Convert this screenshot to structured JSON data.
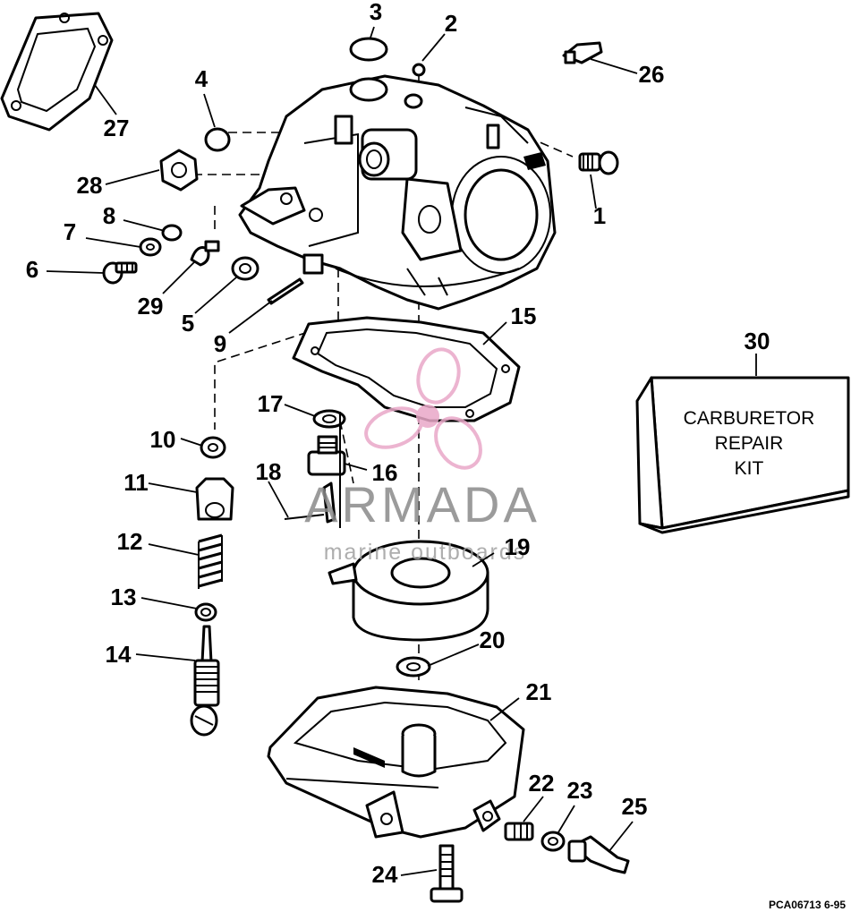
{
  "callouts": [
    "1",
    "2",
    "3",
    "4",
    "5",
    "6",
    "7",
    "8",
    "9",
    "10",
    "11",
    "12",
    "13",
    "14",
    "15",
    "16",
    "17",
    "18",
    "19",
    "20",
    "21",
    "22",
    "23",
    "24",
    "25",
    "26",
    "27",
    "28",
    "29",
    "30"
  ],
  "kit": {
    "line1": "CARBURETOR",
    "line2": "REPAIR",
    "line3": "KIT"
  },
  "watermark": {
    "brand": "ARMADA",
    "tagline": "marine outboards",
    "color": "#e9a8c8"
  },
  "figure_code": "PCA06713  6-95"
}
